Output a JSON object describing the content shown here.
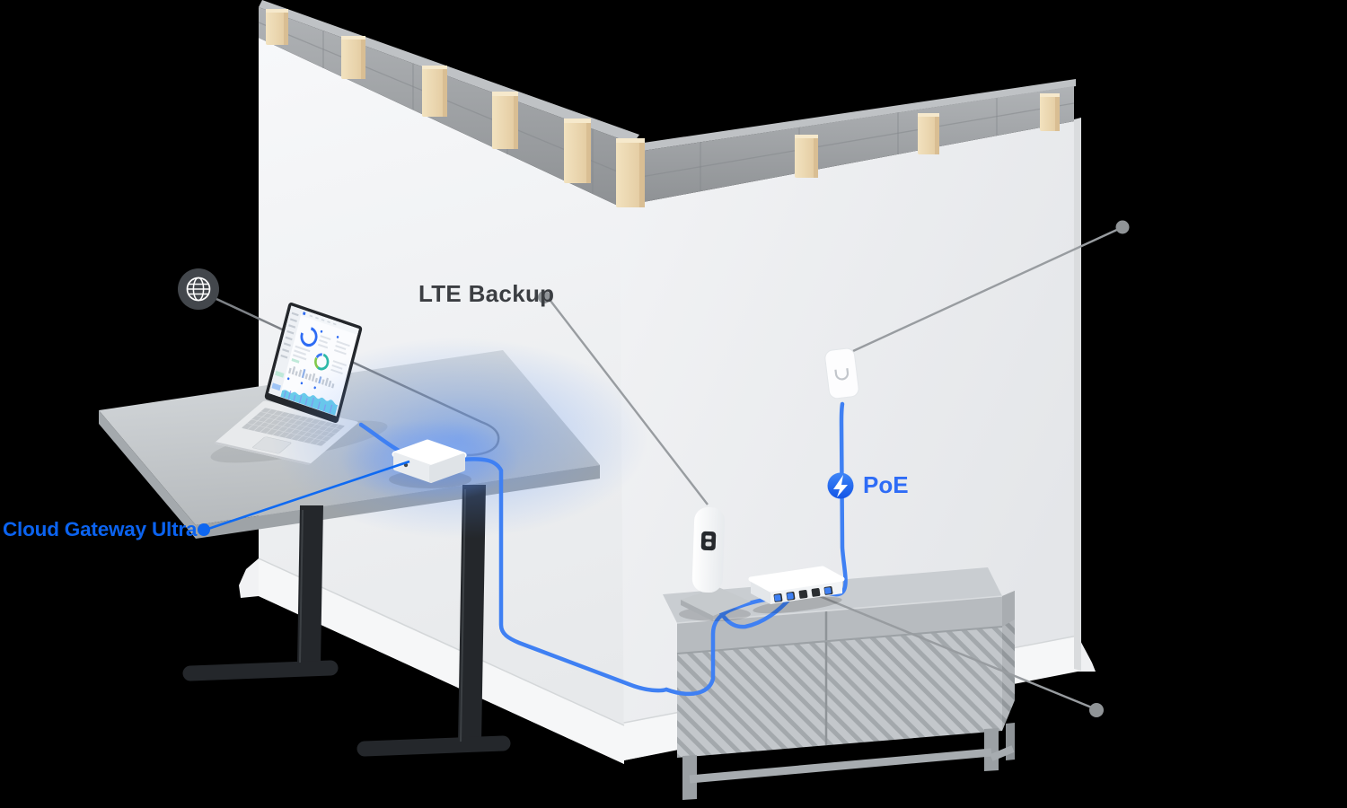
{
  "scene": {
    "background": "#000000",
    "accent_blue": "#3f80f3",
    "link_blue": "#0b63f0",
    "glow_blue": "#5a93f8",
    "callout_gray": "#8f9397",
    "label_dark": "#3b3e42"
  },
  "callouts": {
    "internet": {
      "icon": "globe"
    },
    "lte_backup": {
      "label": "LTE Backup"
    },
    "poe": {
      "label": "PoE",
      "icon": "lightning-bolt"
    },
    "cloud_gateway_ultra": {
      "label": "Cloud Gateway Ultra"
    }
  }
}
